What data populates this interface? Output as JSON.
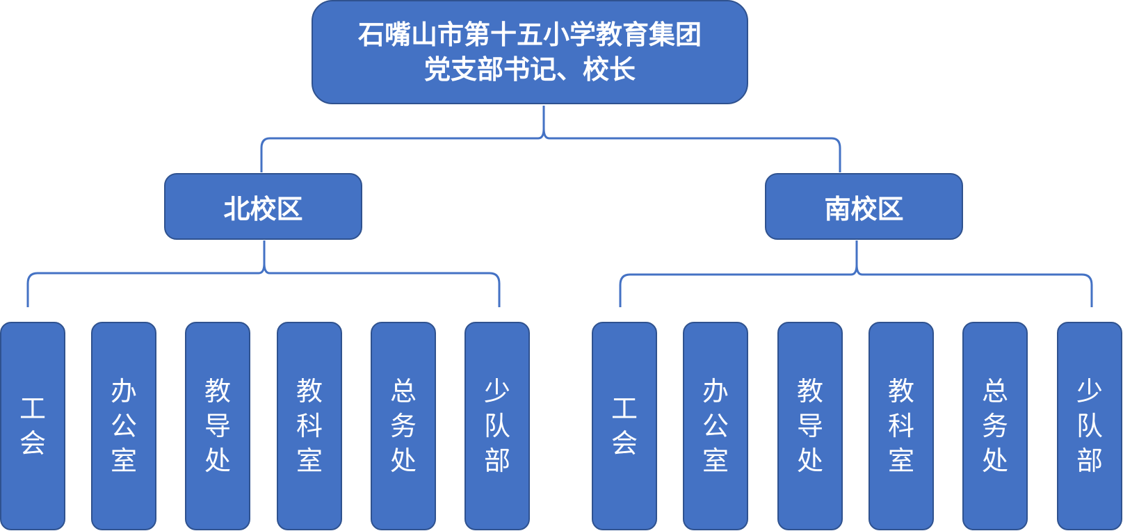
{
  "root": {
    "line1": "石嘴山市第十五小学教育集团",
    "line2": "党支部书记、校长"
  },
  "campuses": [
    {
      "name": "北校区",
      "departments": [
        "工会",
        "办公室",
        "教导处",
        "教科室",
        "总务处",
        "少队部"
      ]
    },
    {
      "name": "南校区",
      "departments": [
        "工会",
        "办公室",
        "教导处",
        "教科室",
        "总务处",
        "少队部"
      ]
    }
  ],
  "colors": {
    "box_fill": "#4472C4",
    "box_border": "#2F528F",
    "text": "#FFFFFF"
  }
}
